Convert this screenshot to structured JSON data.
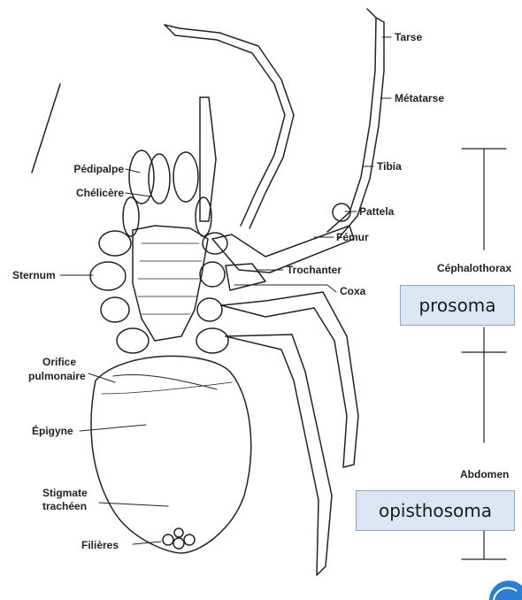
{
  "diagram": {
    "leg_parts": {
      "tarse": "Tarse",
      "metatarse": "Métatarse",
      "tibia": "Tibia",
      "pattela": "Pattela",
      "femur": "Fémur",
      "trochanter": "Trochanter",
      "coxa": "Coxa"
    },
    "body_parts": {
      "pedipalpe": "Pédipalpe",
      "chelicere": "Chélicère",
      "sternum": "Sternum",
      "orifice_line1": "Orifice",
      "orifice_line2": "pulmonaire",
      "epigyne": "Épigyne",
      "stigmate_line1": "Stigmate",
      "stigmate_line2": "trachéen",
      "filieres": "Filières"
    },
    "regions": {
      "cephalothorax": "Céphalothorax",
      "abdomen": "Abdomen"
    },
    "boxes": {
      "prosoma": "prosoma",
      "opisthosoma": "opisthosoma"
    },
    "colors": {
      "box_fill": "#dce6f2",
      "box_border": "#8aa5c8",
      "ink": "#222222",
      "corner_mark": "#2a7fd4"
    }
  }
}
